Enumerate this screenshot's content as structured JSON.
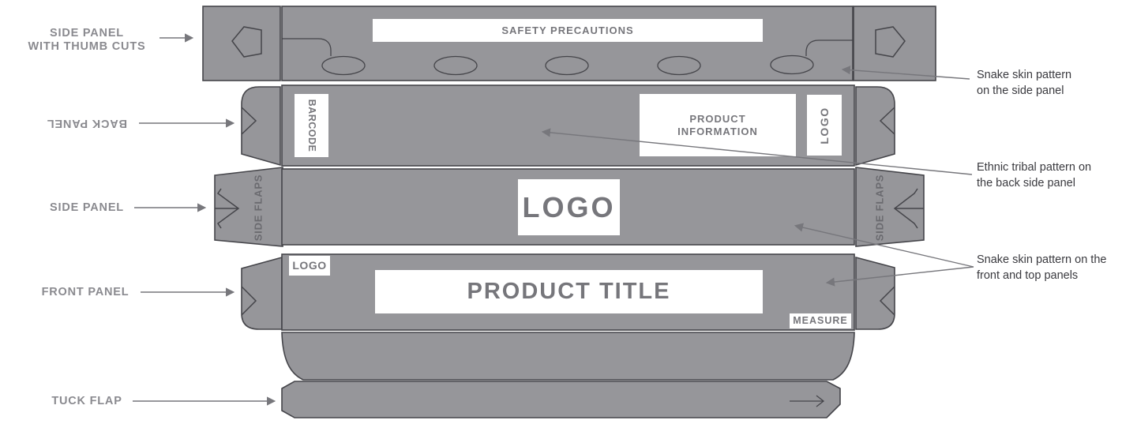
{
  "colors": {
    "panel_fill": "#96969a",
    "outline": "#45454a",
    "box_fill": "#ffffff",
    "panel_text": "#76767b",
    "label_text": "#8a8a8f",
    "annotation_text": "#3a3a3f",
    "arrow": "#77777c"
  },
  "left_labels": {
    "thumb": "SIDE PANEL\nWITH THUMB CUTS",
    "back": "BACK PANEL",
    "side": "SIDE PANEL",
    "front": "FRONT PANEL",
    "tuck": "TUCK FLAP"
  },
  "annotations": {
    "side_snake": "Snake skin pattern\non the side panel",
    "tribal": "Ethnic tribal pattern on\nthe back side panel",
    "front_snake": "Snake skin pattern on the\nfront and top panels"
  },
  "panels": {
    "safety": "SAFETY PRECAUTIONS",
    "barcode": "BARCODE",
    "product_info": "PRODUCT\nINFORMATION",
    "back_logo": "LOGO",
    "side_flaps_left": "SIDE FLAPS",
    "side_flaps_right": "SIDE FLAPS",
    "main_logo": "LOGO",
    "front_logo": "LOGO",
    "product_title": "PRODUCT TITLE",
    "measure": "MEASURE"
  }
}
